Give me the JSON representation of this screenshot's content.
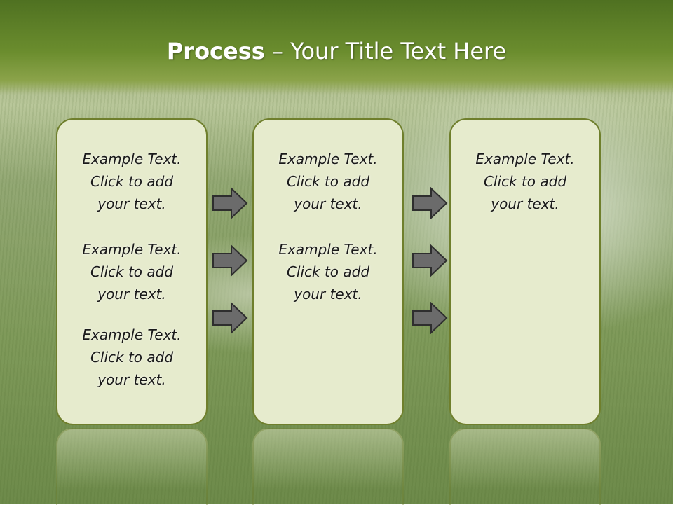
{
  "header": {
    "title_bold": "Process",
    "title_rest": " – Your Title Text Here"
  },
  "boxes": [
    {
      "items": [
        {
          "l1": "Example Text.",
          "l2": "Click  to add",
          "l3": "your text."
        },
        {
          "l1": "Example Text.",
          "l2": "Click  to add",
          "l3": "your text."
        },
        {
          "l1": "Example Text.",
          "l2": "Click  to add",
          "l3": "your text."
        }
      ]
    },
    {
      "items": [
        {
          "l1": "Example Text.",
          "l2": "Click  to add",
          "l3": "your text."
        },
        {
          "l1": "Example Text.",
          "l2": "Click  to add",
          "l3": "your text."
        }
      ]
    },
    {
      "items": [
        {
          "l1": "Example Text.",
          "l2": "Click  to add",
          "l3": "your text."
        }
      ]
    }
  ],
  "colors": {
    "header": "#5c7d27",
    "box_fill": "#e6ebcd",
    "box_border": "#6f7f2c",
    "arrow_fill": "#6b6b6b"
  },
  "icons": [
    "arrow-right-icon"
  ]
}
